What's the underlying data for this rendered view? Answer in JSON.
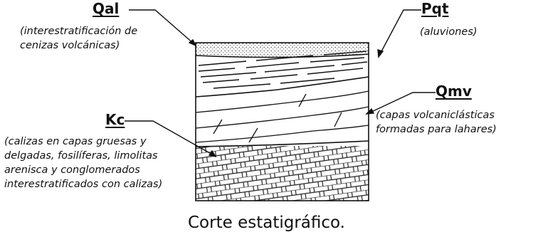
{
  "caption": "Corte estatigráfico.",
  "layers": [
    {
      "code": "Qal",
      "description_lines": [
        "(interestratificación de",
        "cenizas volcánicas)"
      ]
    },
    {
      "code": "Pqt",
      "description_lines": [
        "(aluviones)"
      ]
    },
    {
      "code": "Qmv",
      "description_lines": [
        "(capas volcaniclásticas",
        "formadas para lahares)"
      ]
    },
    {
      "code": "Kc",
      "description_lines": [
        "(calizas en capas gruesas y",
        "delgadas, fosilíferas, limolitas",
        "arenisca y conglomerados",
        "interestratificados con calizas)"
      ]
    }
  ]
}
